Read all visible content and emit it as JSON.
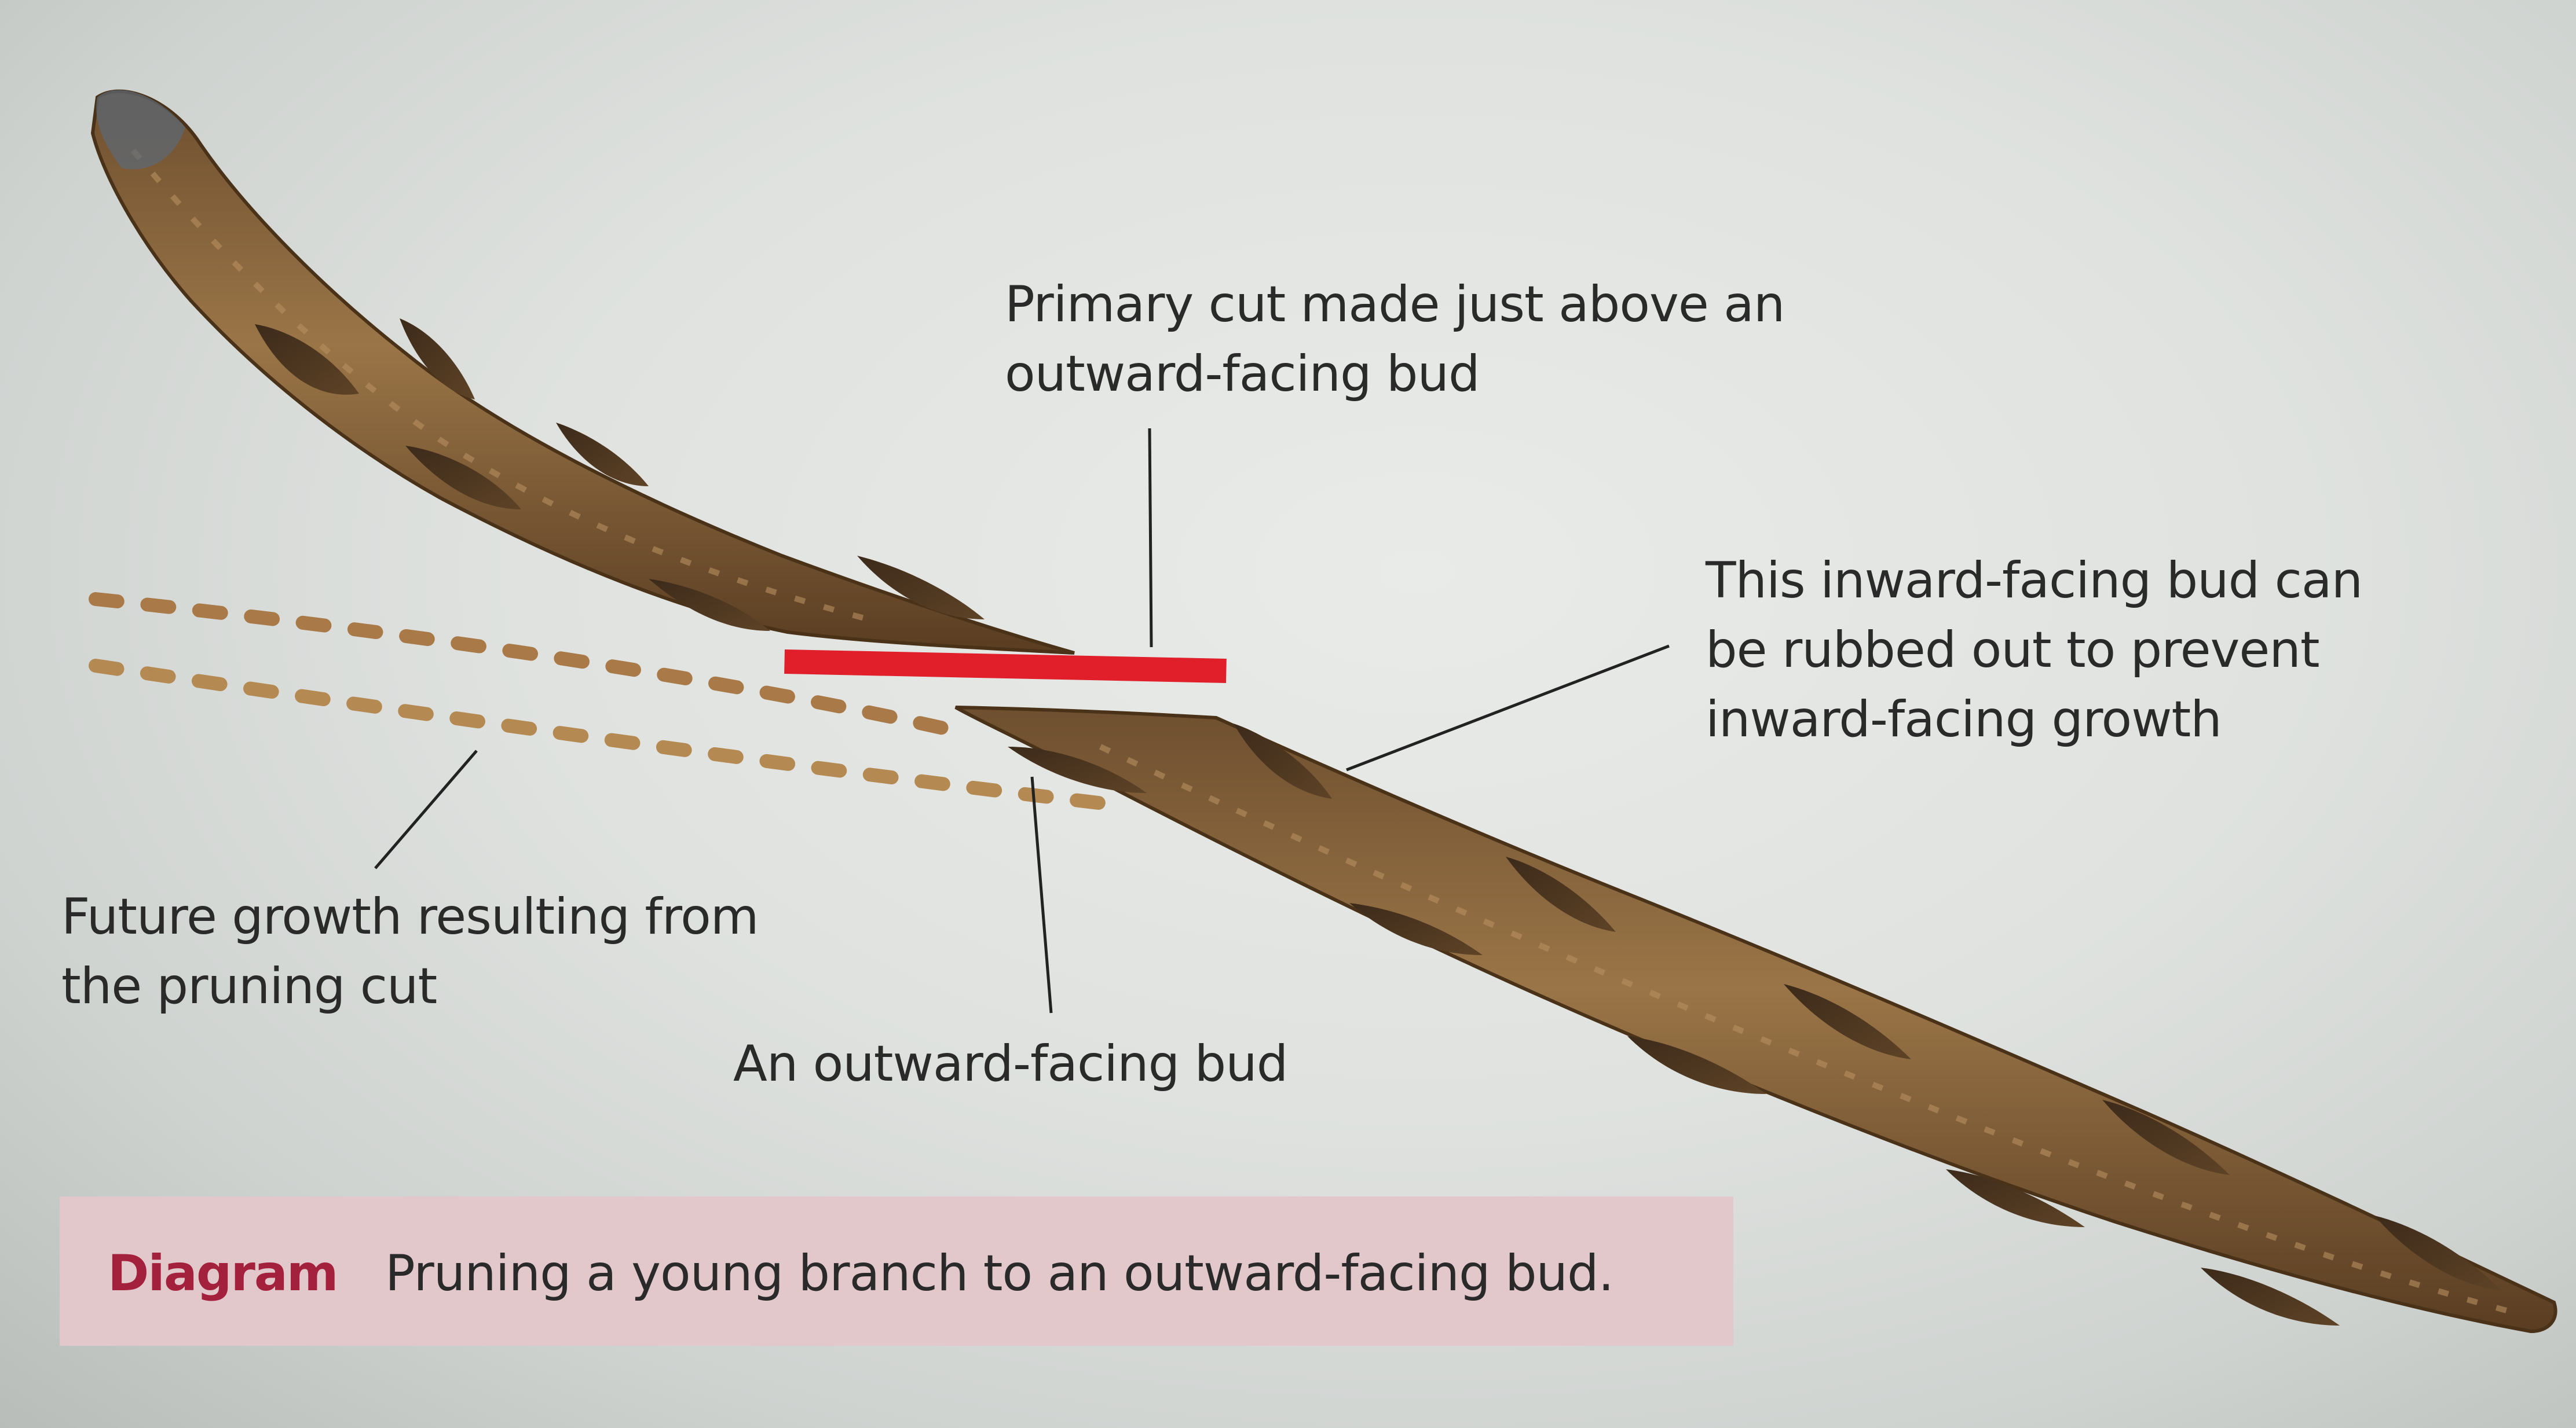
{
  "labels": {
    "primary_cut": [
      "Primary cut made just above an",
      "outward-facing bud"
    ],
    "inward_bud": [
      "This inward-facing bud can",
      "be rubbed out to prevent",
      "inward-facing growth"
    ],
    "future_growth": [
      "Future growth resulting from",
      "the pruning cut"
    ],
    "outward_bud": "An outward-facing bud"
  },
  "caption": {
    "tag": "Diagram",
    "text": "Pruning a young branch to an outward-facing bud."
  },
  "colors": {
    "cut_line": "#e01f2b",
    "future_growth_dashes": "#a97a48",
    "caption_tag": "#a3213c",
    "caption_background": "#e2c8ca"
  }
}
